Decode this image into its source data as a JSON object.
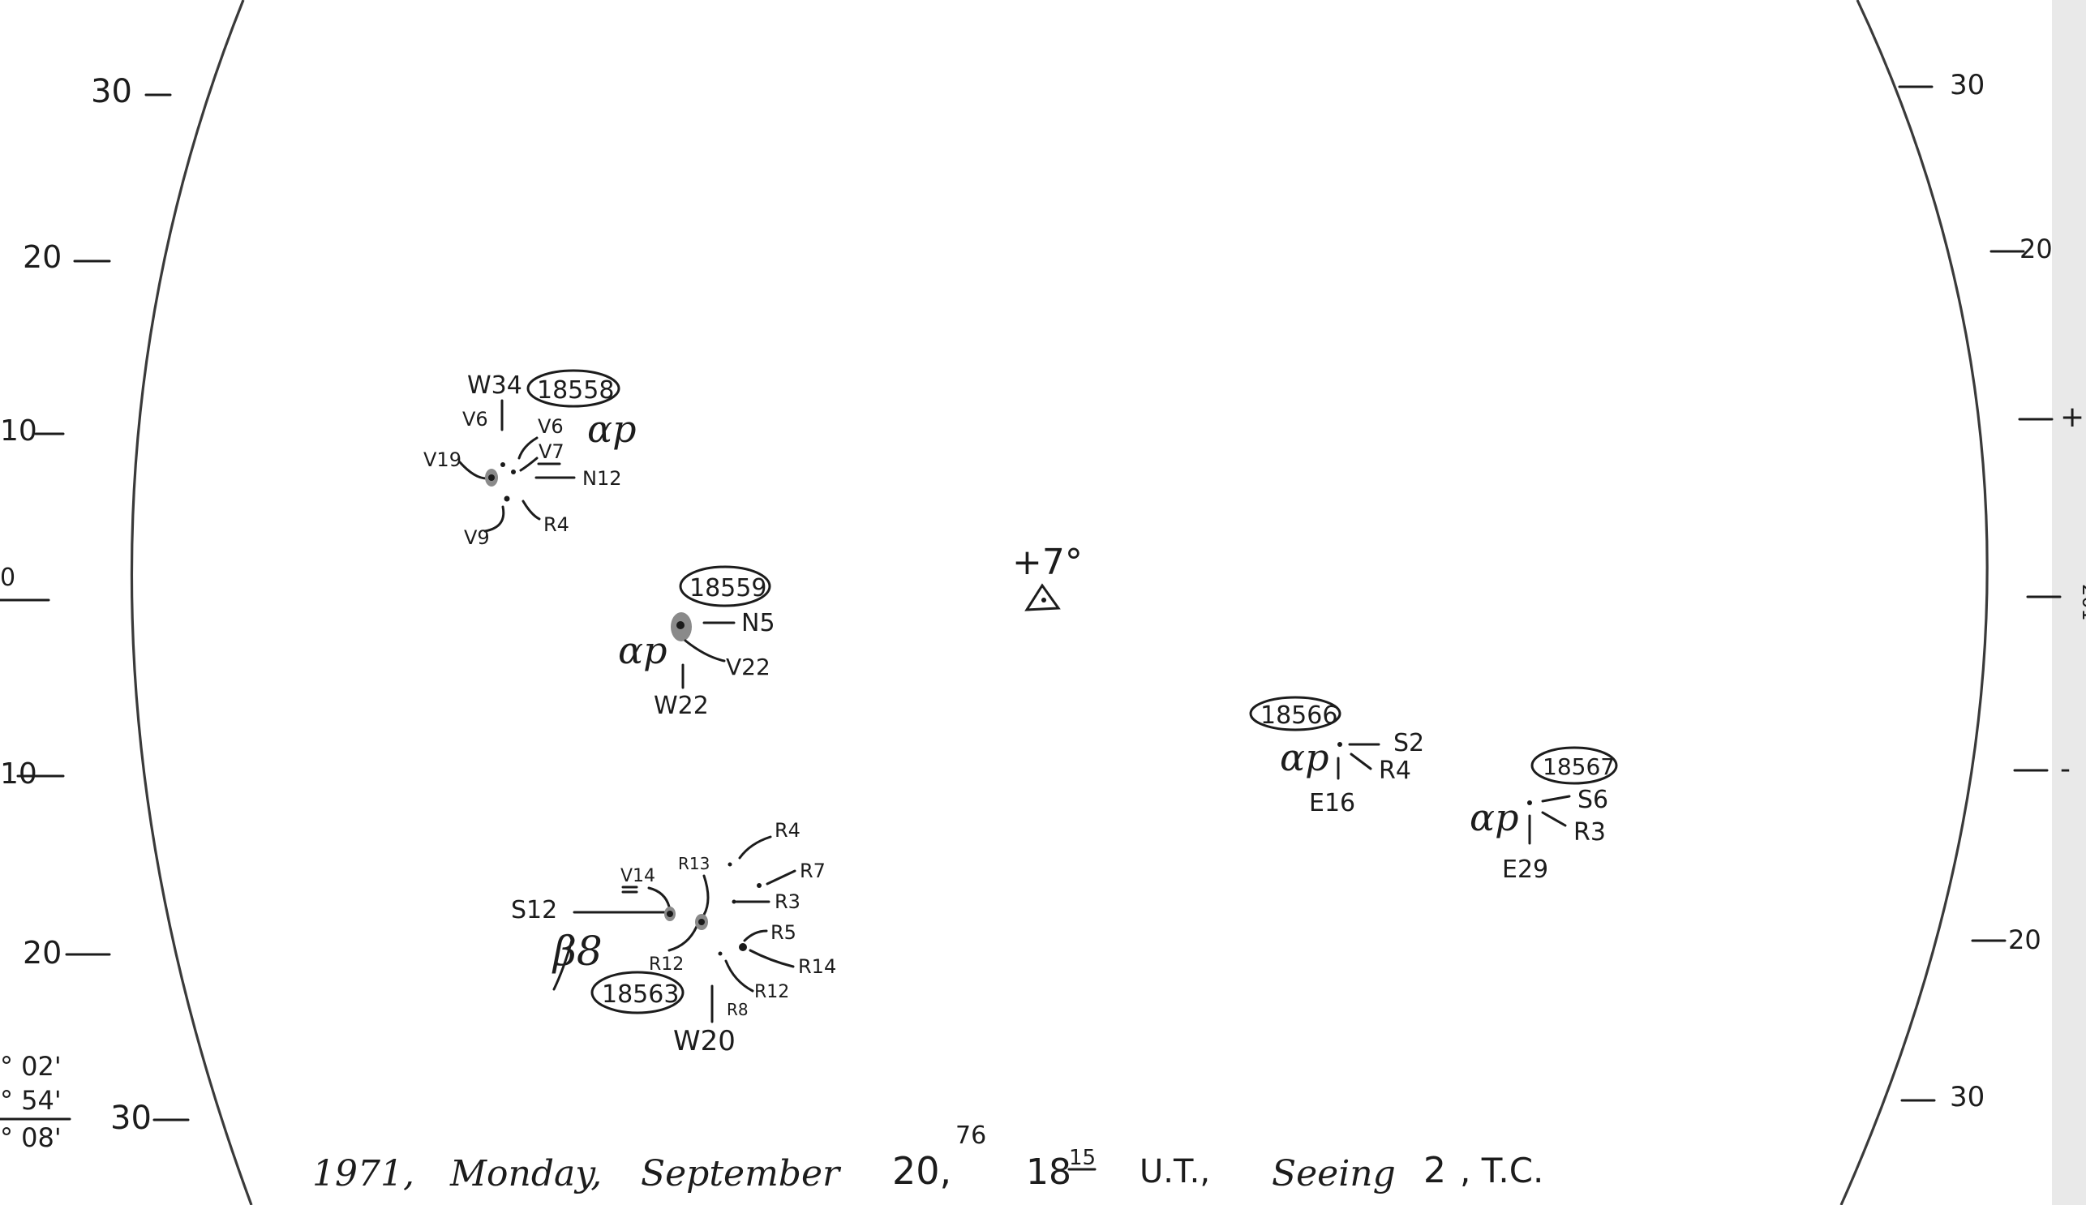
{
  "left_scale": {
    "ticks": [
      "30",
      "20",
      "10",
      "",
      "10",
      "20",
      "30"
    ],
    "margin_fragment": "0"
  },
  "right_scale": {
    "ticks": [
      "30",
      "20",
      "+",
      "",
      "-",
      "20",
      "30"
    ],
    "margin_fragment": "201"
  },
  "corner_notes": [
    "° 02'",
    "° 54'",
    "° 08'"
  ],
  "center": {
    "label": "+7°"
  },
  "groups": [
    {
      "id": "18558",
      "class": "αp",
      "zurich": "W34",
      "labels": [
        "V6",
        "V6",
        "V7",
        "V19",
        "N12",
        "V9",
        "R4"
      ]
    },
    {
      "id": "18559",
      "class": "αp",
      "zurich": "W22",
      "labels": [
        "N5",
        "V22"
      ]
    },
    {
      "id": "18563",
      "class": "β8",
      "zurich": "W20",
      "labels": [
        "V14",
        "S12",
        "R13",
        "R4",
        "R7",
        "R3",
        "R5",
        "R14",
        "R12",
        "R12",
        "R8"
      ]
    },
    {
      "id": "18566",
      "class": "αp",
      "zurich": "E16",
      "labels": [
        "S2",
        "R4"
      ]
    },
    {
      "id": "18567",
      "class": "αp",
      "zurich": "E29",
      "labels": [
        "S6",
        "R3"
      ]
    }
  ],
  "caption": {
    "year": "1971,",
    "day": "Monday,",
    "month": "September",
    "date": "20,",
    "date_frac": "76",
    "time": "18",
    "time_min": "15",
    "ut": "U.T.,",
    "seeing": "Seeing",
    "seeing_value": "2",
    "observer": ", T.C."
  }
}
